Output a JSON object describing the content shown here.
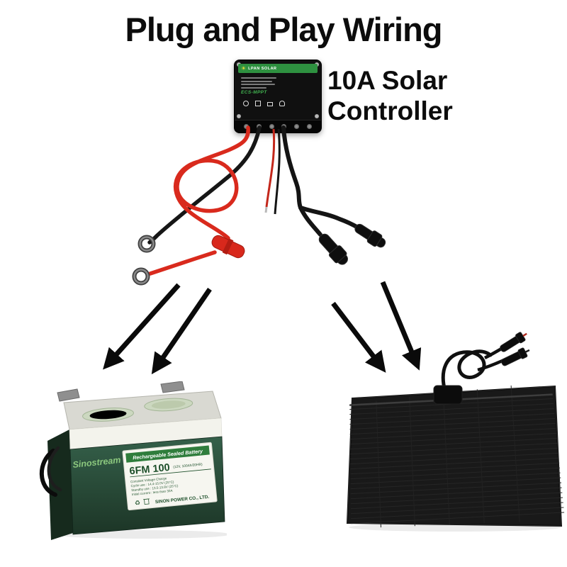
{
  "title": "Plug and Play Wiring",
  "controller": {
    "caption_line1": "10A Solar",
    "caption_line2": "Controller",
    "brand": "LPAN SOLAR",
    "model": "ECS-MPPT"
  },
  "battery": {
    "brand_script": "Sinostream",
    "banner": "Rechargeable Sealed Battery",
    "model": "6FM 100",
    "model_spec": "(12V, 100Ah/20HR)",
    "spec_lines": [
      "Constant Voltage Charge",
      "Cycle use : 14.4-15.0V (25°C)",
      "Standby use : 13.5-13.8V (25°C)",
      "Initial current : less than 30A"
    ],
    "company": "SINON POWER CO., LTD."
  },
  "icons": {
    "recycle": "♻"
  },
  "colors": {
    "wire_red": "#d92a1d",
    "wire_black": "#161616",
    "battery_green": "#24402e",
    "banner_green": "#2f7d3c",
    "panel_black": "#191919",
    "arrow_black": "#0a0a0a"
  }
}
